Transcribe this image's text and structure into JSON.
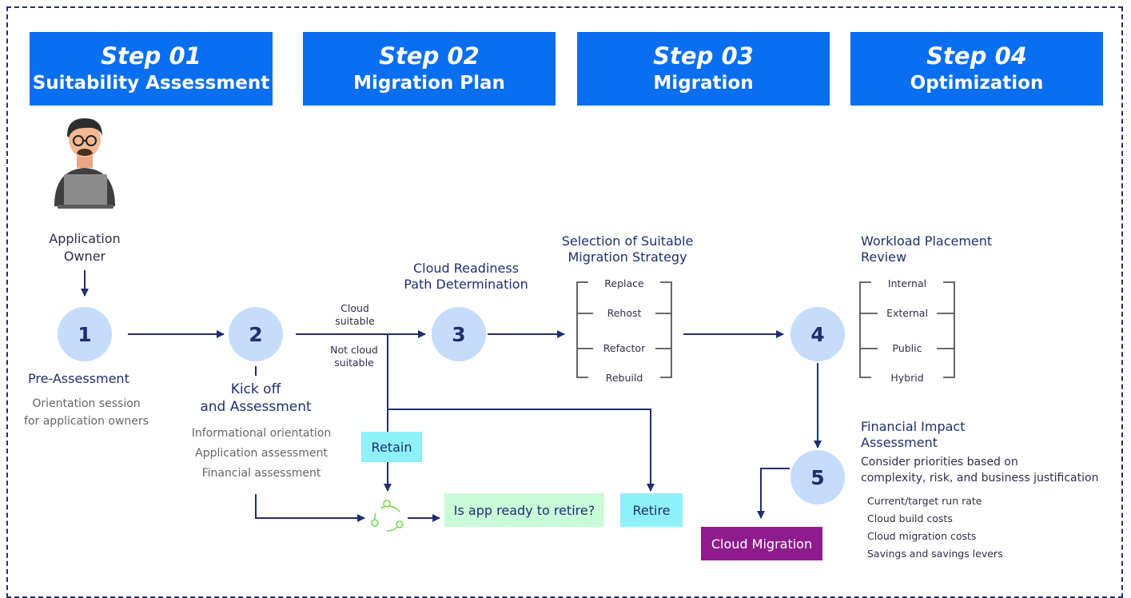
{
  "steps": [
    {
      "num": "Step 01",
      "name": "Suitability Assessment"
    },
    {
      "num": "Step 02",
      "name": "Migration Plan"
    },
    {
      "num": "Step 03",
      "name": "Migration"
    },
    {
      "num": "Step 04",
      "name": "Optimization"
    }
  ],
  "owner": {
    "line1": "Application",
    "line2": "Owner"
  },
  "nodes": {
    "n1": "1",
    "n2": "2",
    "n3": "3",
    "n4": "4",
    "n5": "5"
  },
  "pre_assessment": {
    "title": "Pre-Assessment",
    "desc1": "Orientation session",
    "desc2": "for application owners"
  },
  "kickoff": {
    "title1": "Kick off",
    "title2": "and Assessment",
    "items": [
      "Informational orientation",
      "Application assessment",
      "Financial assessment"
    ]
  },
  "branch": {
    "cloud1": "Cloud",
    "cloud2": "suitable",
    "not1": "Not cloud",
    "not2": "suitable"
  },
  "readiness": {
    "line1": "Cloud Readiness",
    "line2": "Path Determination"
  },
  "strategy": {
    "title1": "Selection of Suitable",
    "title2": "Migration Strategy",
    "options": [
      "Replace",
      "Rehost",
      "Refactor",
      "Rebuild"
    ]
  },
  "placement": {
    "title1": "Workload Placement",
    "title2": "Review",
    "options": [
      "Internal",
      "External",
      "Public",
      "Hybrid"
    ]
  },
  "financial": {
    "title1": "Financial Impact",
    "title2": "Assessment",
    "desc1": "Consider priorities based on",
    "desc2": "complexity, risk, and business justification",
    "items": [
      "Current/target run rate",
      "Cloud build costs",
      "Cloud migration costs",
      "Savings and savings levers"
    ]
  },
  "boxes": {
    "retain": "Retain",
    "retire_question": "Is app ready to retire?",
    "retire": "Retire",
    "cloud_migration": "Cloud Migration"
  },
  "colors": {
    "step_blue": "#0a6ef0",
    "navy": "#1e2f6e",
    "circle": "#c5dcfb",
    "cyan_box": "#8ef0f8",
    "green_box": "#c9fbd9",
    "purple_box": "#8e1c8c",
    "cycle_green": "#7ad65a"
  },
  "icons": {
    "owner": "person-laptop-icon",
    "cycle": "cycle-icon"
  }
}
